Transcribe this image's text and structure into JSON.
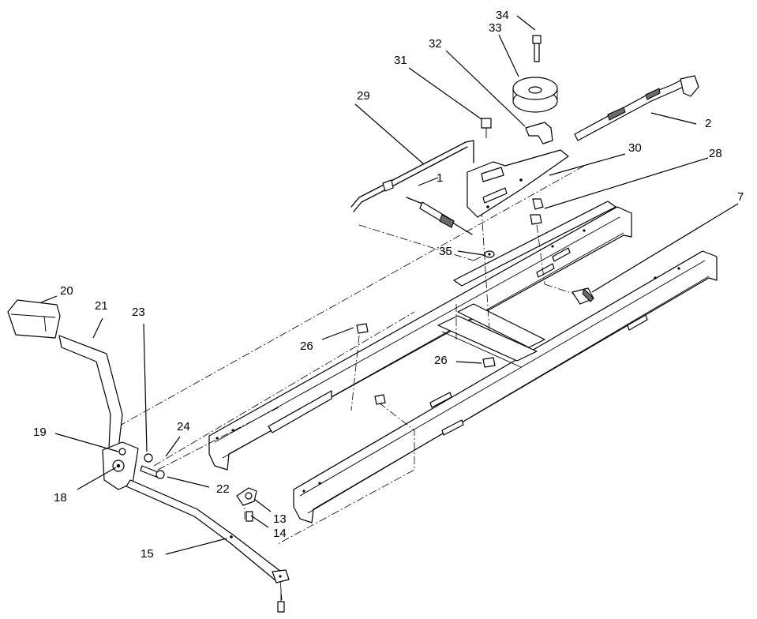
{
  "callouts": {
    "c1": "1",
    "c2": "2",
    "c7": "7",
    "c13": "13",
    "c14": "14",
    "c15": "15",
    "c18": "18",
    "c19": "19",
    "c20": "20",
    "c21": "21",
    "c22": "22",
    "c23": "23",
    "c24": "24",
    "c26a": "26",
    "c26b": "26",
    "c28": "28",
    "c29": "29",
    "c30": "30",
    "c31": "31",
    "c32": "32",
    "c33": "33",
    "c34": "34",
    "c35": "35"
  }
}
